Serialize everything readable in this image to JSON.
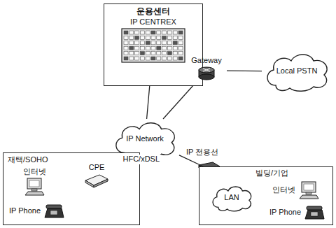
{
  "diagram": {
    "nodes": [
      {
        "text": [
          "운용센터",
          "IP CENTREX"
        ]
      },
      {
        "text": [
          "Gateway"
        ]
      },
      {
        "text": [
          "Local PSTN"
        ]
      },
      {
        "text": [
          "IP Network"
        ]
      },
      {
        "text": [
          "재택/SOHO"
        ]
      },
      {
        "text": [
          "인터넷"
        ],
        "in": 4
      },
      {
        "text": [
          "CPE"
        ],
        "in": 4
      },
      {
        "text": [
          "IP Phone"
        ],
        "in": 4
      },
      {
        "text": [
          "빌딩/기업"
        ]
      },
      {
        "text": [
          "LAN"
        ],
        "in": 8
      },
      {
        "text": [
          "인터넷"
        ],
        "in": 8
      },
      {
        "text": [
          "IP Phone"
        ],
        "in": 8
      }
    ],
    "edges": [
      {
        "from": 0,
        "to": 3,
        "arrow": "none"
      },
      {
        "from": 3,
        "to": 1,
        "arrow": "none"
      },
      {
        "from": 1,
        "to": 2,
        "arrow": "none"
      },
      {
        "from": 3,
        "to": 6,
        "label": "HFC/xDSL",
        "arrow": "none"
      },
      {
        "from": 3,
        "to": 8,
        "label": "IP 전용선",
        "arrow": "none"
      },
      {
        "from": 6,
        "to": 5,
        "arrow": "none"
      },
      {
        "from": 6,
        "to": 7,
        "arrow": "none"
      },
      {
        "from": 9,
        "to": 10,
        "arrow": "none"
      },
      {
        "from": 9,
        "to": 11,
        "arrow": "none"
      }
    ]
  }
}
